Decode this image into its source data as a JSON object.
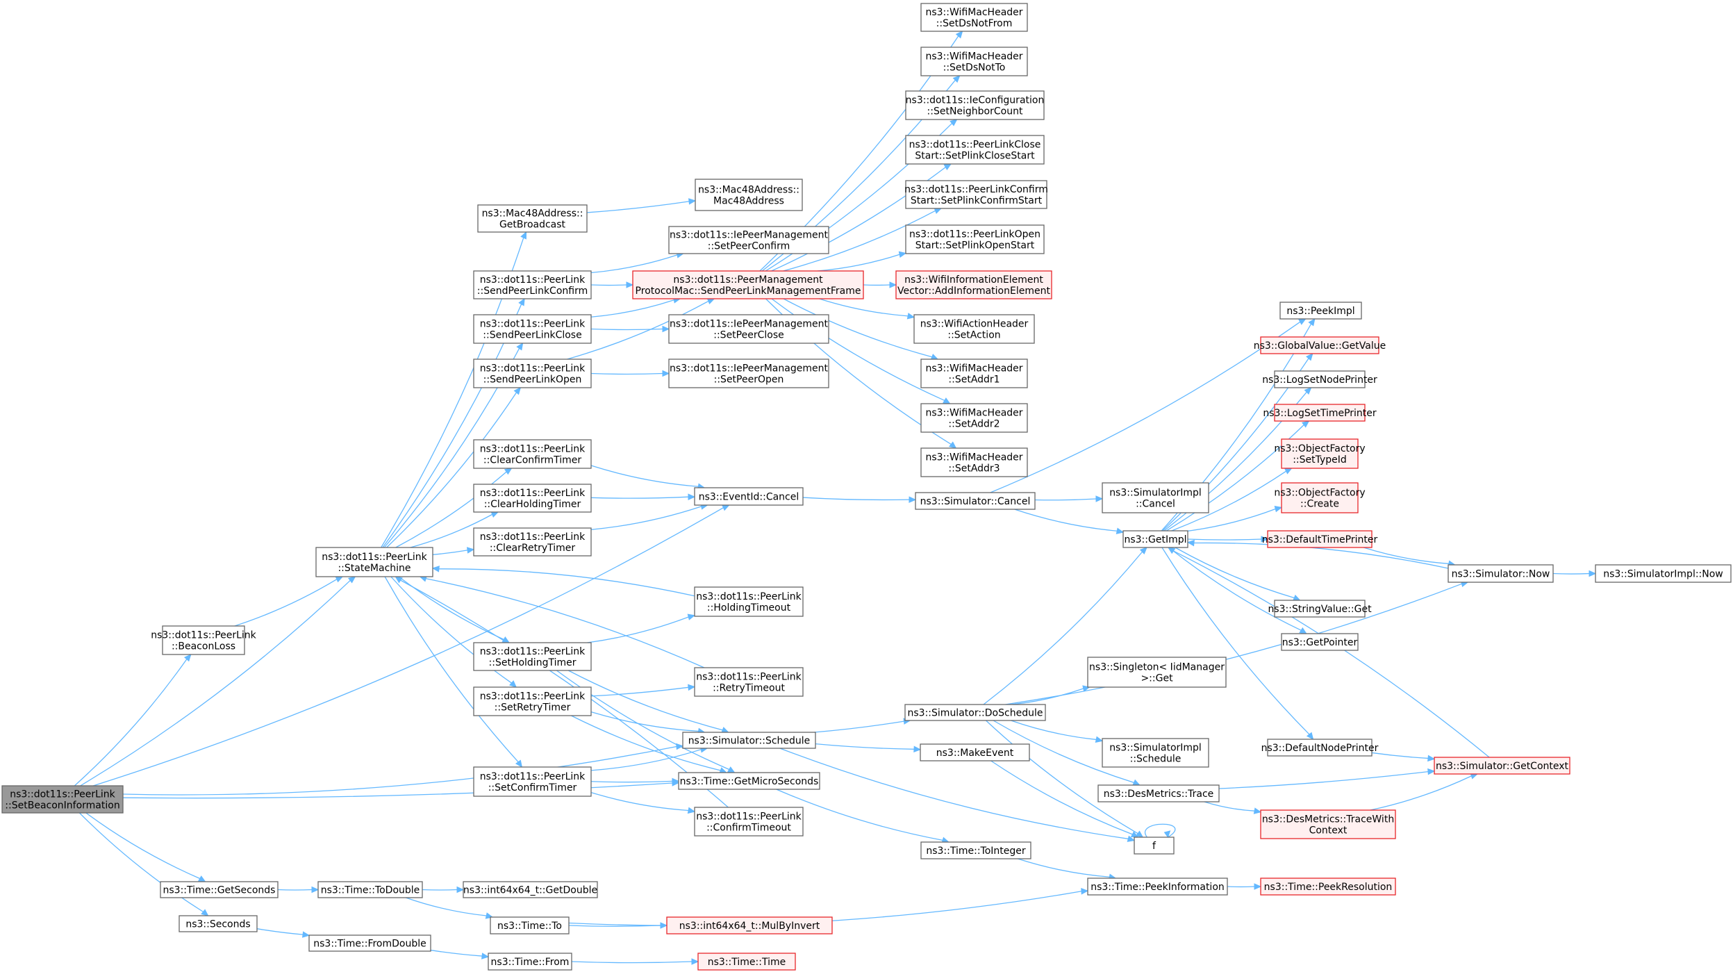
{
  "nodes": {
    "setbeacon": {
      "lines": [
        "ns3::dot11s::PeerLink",
        "::SetBeaconInformation"
      ],
      "style": "focus"
    },
    "beaconloss": {
      "lines": [
        "ns3::dot11s::PeerLink",
        "::BeaconLoss"
      ],
      "style": "normal"
    },
    "statemachine": {
      "lines": [
        "ns3::dot11s::PeerLink",
        "::StateMachine"
      ],
      "style": "normal"
    },
    "getseconds": {
      "lines": [
        "ns3::Time::GetSeconds"
      ],
      "style": "normal"
    },
    "seconds": {
      "lines": [
        "ns3::Seconds"
      ],
      "style": "normal"
    },
    "getbroadcast": {
      "lines": [
        "ns3::Mac48Address::",
        "GetBroadcast"
      ],
      "style": "normal"
    },
    "sendconfirm": {
      "lines": [
        "ns3::dot11s::PeerLink",
        "::SendPeerLinkConfirm"
      ],
      "style": "normal"
    },
    "sendclose": {
      "lines": [
        "ns3::dot11s::PeerLink",
        "::SendPeerLinkClose"
      ],
      "style": "normal"
    },
    "sendopen": {
      "lines": [
        "ns3::dot11s::PeerLink",
        "::SendPeerLinkOpen"
      ],
      "style": "normal"
    },
    "clearconfirm": {
      "lines": [
        "ns3::dot11s::PeerLink",
        "::ClearConfirmTimer"
      ],
      "style": "normal"
    },
    "clearholding": {
      "lines": [
        "ns3::dot11s::PeerLink",
        "::ClearHoldingTimer"
      ],
      "style": "normal"
    },
    "clearretry": {
      "lines": [
        "ns3::dot11s::PeerLink",
        "::ClearRetryTimer"
      ],
      "style": "normal"
    },
    "setholding": {
      "lines": [
        "ns3::dot11s::PeerLink",
        "::SetHoldingTimer"
      ],
      "style": "normal"
    },
    "setretry": {
      "lines": [
        "ns3::dot11s::PeerLink",
        "::SetRetryTimer"
      ],
      "style": "normal"
    },
    "setconfirm": {
      "lines": [
        "ns3::dot11s::PeerLink",
        "::SetConfirmTimer"
      ],
      "style": "normal"
    },
    "todouble": {
      "lines": [
        "ns3::Time::ToDouble"
      ],
      "style": "normal"
    },
    "fromdouble": {
      "lines": [
        "ns3::Time::FromDouble"
      ],
      "style": "normal"
    },
    "mac48": {
      "lines": [
        "ns3::Mac48Address::",
        "Mac48Address"
      ],
      "style": "normal"
    },
    "iepeerconfirm": {
      "lines": [
        "ns3::dot11s::IePeerManagement",
        "::SetPeerConfirm"
      ],
      "style": "normal"
    },
    "sendframe": {
      "lines": [
        "ns3::dot11s::PeerManagement",
        "ProtocolMac::SendPeerLinkManagementFrame"
      ],
      "style": "red"
    },
    "iepeerclose": {
      "lines": [
        "ns3::dot11s::IePeerManagement",
        "::SetPeerClose"
      ],
      "style": "normal"
    },
    "iepeeropen": {
      "lines": [
        "ns3::dot11s::IePeerManagement",
        "::SetPeerOpen"
      ],
      "style": "normal"
    },
    "eventcancel": {
      "lines": [
        "ns3::EventId::Cancel"
      ],
      "style": "normal"
    },
    "holdingtimeout": {
      "lines": [
        "ns3::dot11s::PeerLink",
        "::HoldingTimeout"
      ],
      "style": "normal"
    },
    "retrytimeout": {
      "lines": [
        "ns3::dot11s::PeerLink",
        "::RetryTimeout"
      ],
      "style": "normal"
    },
    "schedule": {
      "lines": [
        "ns3::Simulator::Schedule"
      ],
      "style": "normal"
    },
    "getmicro": {
      "lines": [
        "ns3::Time::GetMicroSeconds"
      ],
      "style": "normal"
    },
    "confirmtimeout": {
      "lines": [
        "ns3::dot11s::PeerLink",
        "::ConfirmTimeout"
      ],
      "style": "normal"
    },
    "getdouble": {
      "lines": [
        "ns3::int64x64_t::GetDouble"
      ],
      "style": "normal"
    },
    "timeto": {
      "lines": [
        "ns3::Time::To"
      ],
      "style": "normal"
    },
    "timefrom": {
      "lines": [
        "ns3::Time::From"
      ],
      "style": "normal"
    },
    "setdsnotfrom": {
      "lines": [
        "ns3::WifiMacHeader",
        "::SetDsNotFrom"
      ],
      "style": "normal"
    },
    "setdsnotto": {
      "lines": [
        "ns3::WifiMacHeader",
        "::SetDsNotTo"
      ],
      "style": "normal"
    },
    "setneighbor": {
      "lines": [
        "ns3::dot11s::IeConfiguration",
        "::SetNeighborCount"
      ],
      "style": "normal"
    },
    "plinkclose": {
      "lines": [
        "ns3::dot11s::PeerLinkClose",
        "Start::SetPlinkCloseStart"
      ],
      "style": "normal"
    },
    "plinkconfirm": {
      "lines": [
        "ns3::dot11s::PeerLinkConfirm",
        "Start::SetPlinkConfirmStart"
      ],
      "style": "normal"
    },
    "plinkopen": {
      "lines": [
        "ns3::dot11s::PeerLinkOpen",
        "Start::SetPlinkOpenStart"
      ],
      "style": "normal"
    },
    "addinfo": {
      "lines": [
        "ns3::WifiInformationElement",
        "Vector::AddInformationElement"
      ],
      "style": "red"
    },
    "setaction": {
      "lines": [
        "ns3::WifiActionHeader",
        "::SetAction"
      ],
      "style": "normal"
    },
    "setaddr1": {
      "lines": [
        "ns3::WifiMacHeader",
        "::SetAddr1"
      ],
      "style": "normal"
    },
    "setaddr2": {
      "lines": [
        "ns3::WifiMacHeader",
        "::SetAddr2"
      ],
      "style": "normal"
    },
    "setaddr3": {
      "lines": [
        "ns3::WifiMacHeader",
        "::SetAddr3"
      ],
      "style": "normal"
    },
    "simcancel": {
      "lines": [
        "ns3::Simulator::Cancel"
      ],
      "style": "normal"
    },
    "doschedule": {
      "lines": [
        "ns3::Simulator::DoSchedule"
      ],
      "style": "normal"
    },
    "makeevent": {
      "lines": [
        "ns3::MakeEvent"
      ],
      "style": "normal"
    },
    "tointeger": {
      "lines": [
        "ns3::Time::ToInteger"
      ],
      "style": "normal"
    },
    "mulbyinvert": {
      "lines": [
        "ns3::int64x64_t::MulByInvert"
      ],
      "style": "red"
    },
    "timetime": {
      "lines": [
        "ns3::Time::Time"
      ],
      "style": "red"
    },
    "implcancel": {
      "lines": [
        "ns3::SimulatorImpl",
        "::Cancel"
      ],
      "style": "normal"
    },
    "getimpl": {
      "lines": [
        "ns3::GetImpl"
      ],
      "style": "normal"
    },
    "singleton": {
      "lines": [
        "ns3::Singleton< IidManager",
        ">::Get"
      ],
      "style": "normal"
    },
    "implschedule": {
      "lines": [
        "ns3::SimulatorImpl",
        "::Schedule"
      ],
      "style": "normal"
    },
    "desmetrics": {
      "lines": [
        "ns3::DesMetrics::Trace"
      ],
      "style": "normal"
    },
    "f": {
      "lines": [
        "f"
      ],
      "style": "normal"
    },
    "peekinfo": {
      "lines": [
        "ns3::Time::PeekInformation"
      ],
      "style": "normal"
    },
    "tracewith": {
      "lines": [
        "ns3::DesMetrics::TraceWith",
        "Context"
      ],
      "style": "red"
    },
    "peekimpl": {
      "lines": [
        "ns3::PeekImpl"
      ],
      "style": "normal"
    },
    "getvalue": {
      "lines": [
        "ns3::GlobalValue::GetValue"
      ],
      "style": "red"
    },
    "lognode": {
      "lines": [
        "ns3::LogSetNodePrinter"
      ],
      "style": "normal"
    },
    "logtime": {
      "lines": [
        "ns3::LogSetTimePrinter"
      ],
      "style": "red"
    },
    "settypeid": {
      "lines": [
        "ns3::ObjectFactory",
        "::SetTypeId"
      ],
      "style": "red"
    },
    "create": {
      "lines": [
        "ns3::ObjectFactory",
        "::Create"
      ],
      "style": "red"
    },
    "deftime": {
      "lines": [
        "ns3::DefaultTimePrinter"
      ],
      "style": "red"
    },
    "stringget": {
      "lines": [
        "ns3::StringValue::Get"
      ],
      "style": "normal"
    },
    "getpointer": {
      "lines": [
        "ns3::GetPointer"
      ],
      "style": "normal"
    },
    "defnode": {
      "lines": [
        "ns3::DefaultNodePrinter"
      ],
      "style": "normal"
    },
    "getcontext": {
      "lines": [
        "ns3::Simulator::GetContext"
      ],
      "style": "red"
    },
    "peekres": {
      "lines": [
        "ns3::Time::PeekResolution"
      ],
      "style": "red"
    },
    "simnow": {
      "lines": [
        "ns3::Simulator::Now"
      ],
      "style": "normal"
    },
    "implnow": {
      "lines": [
        "ns3::SimulatorImpl::Now"
      ],
      "style": "normal"
    }
  },
  "edges": [
    [
      "setbeacon",
      "beaconloss"
    ],
    [
      "setbeacon",
      "statemachine"
    ],
    [
      "setbeacon",
      "eventcancel"
    ],
    [
      "setbeacon",
      "schedule"
    ],
    [
      "setbeacon",
      "getmicro"
    ],
    [
      "setbeacon",
      "getseconds"
    ],
    [
      "setbeacon",
      "seconds"
    ],
    [
      "beaconloss",
      "statemachine"
    ],
    [
      "statemachine",
      "getbroadcast"
    ],
    [
      "statemachine",
      "sendconfirm"
    ],
    [
      "statemachine",
      "sendclose"
    ],
    [
      "statemachine",
      "sendopen"
    ],
    [
      "statemachine",
      "clearconfirm"
    ],
    [
      "statemachine",
      "clearholding"
    ],
    [
      "statemachine",
      "clearretry"
    ],
    [
      "statemachine",
      "setholding"
    ],
    [
      "statemachine",
      "setretry"
    ],
    [
      "statemachine",
      "setconfirm"
    ],
    [
      "getbroadcast",
      "mac48"
    ],
    [
      "sendconfirm",
      "iepeerconfirm"
    ],
    [
      "sendconfirm",
      "sendframe"
    ],
    [
      "sendclose",
      "sendframe"
    ],
    [
      "sendclose",
      "iepeerclose"
    ],
    [
      "sendopen",
      "sendframe"
    ],
    [
      "sendopen",
      "iepeeropen"
    ],
    [
      "clearconfirm",
      "eventcancel"
    ],
    [
      "clearholding",
      "eventcancel"
    ],
    [
      "clearretry",
      "eventcancel"
    ],
    [
      "setholding",
      "holdingtimeout"
    ],
    [
      "setholding",
      "schedule"
    ],
    [
      "setholding",
      "getmicro"
    ],
    [
      "setretry",
      "retrytimeout"
    ],
    [
      "setretry",
      "schedule"
    ],
    [
      "setretry",
      "getmicro"
    ],
    [
      "setconfirm",
      "schedule"
    ],
    [
      "setconfirm",
      "getmicro"
    ],
    [
      "setconfirm",
      "confirmtimeout"
    ],
    [
      "holdingtimeout",
      "statemachine"
    ],
    [
      "retrytimeout",
      "statemachine"
    ],
    [
      "confirmtimeout",
      "statemachine"
    ],
    [
      "getseconds",
      "todouble"
    ],
    [
      "todouble",
      "getdouble"
    ],
    [
      "todouble",
      "timeto"
    ],
    [
      "seconds",
      "fromdouble"
    ],
    [
      "fromdouble",
      "timefrom"
    ],
    [
      "timeto",
      "mulbyinvert"
    ],
    [
      "timeto",
      "peekinfo"
    ],
    [
      "timefrom",
      "timetime"
    ],
    [
      "sendframe",
      "setdsnotfrom"
    ],
    [
      "sendframe",
      "setdsnotto"
    ],
    [
      "sendframe",
      "setneighbor"
    ],
    [
      "sendframe",
      "plinkclose"
    ],
    [
      "sendframe",
      "plinkconfirm"
    ],
    [
      "sendframe",
      "plinkopen"
    ],
    [
      "sendframe",
      "addinfo"
    ],
    [
      "sendframe",
      "setaction"
    ],
    [
      "sendframe",
      "setaddr1"
    ],
    [
      "sendframe",
      "setaddr2"
    ],
    [
      "sendframe",
      "setaddr3"
    ],
    [
      "eventcancel",
      "simcancel"
    ],
    [
      "schedule",
      "doschedule"
    ],
    [
      "schedule",
      "makeevent"
    ],
    [
      "schedule",
      "f"
    ],
    [
      "getmicro",
      "tointeger"
    ],
    [
      "simcancel",
      "peekimpl"
    ],
    [
      "simcancel",
      "implcancel"
    ],
    [
      "simcancel",
      "getimpl"
    ],
    [
      "doschedule",
      "getimpl"
    ],
    [
      "doschedule",
      "singleton"
    ],
    [
      "doschedule",
      "implschedule"
    ],
    [
      "doschedule",
      "desmetrics"
    ],
    [
      "doschedule",
      "simnow"
    ],
    [
      "doschedule",
      "f"
    ],
    [
      "makeevent",
      "f"
    ],
    [
      "tointeger",
      "peekinfo"
    ],
    [
      "peekinfo",
      "peekres"
    ],
    [
      "desmetrics",
      "tracewith"
    ],
    [
      "desmetrics",
      "getcontext"
    ],
    [
      "tracewith",
      "getcontext"
    ],
    [
      "f",
      "f"
    ],
    [
      "getimpl",
      "peekimpl"
    ],
    [
      "getimpl",
      "getvalue"
    ],
    [
      "getimpl",
      "lognode"
    ],
    [
      "getimpl",
      "logtime"
    ],
    [
      "getimpl",
      "settypeid"
    ],
    [
      "getimpl",
      "create"
    ],
    [
      "getimpl",
      "deftime"
    ],
    [
      "getimpl",
      "stringget"
    ],
    [
      "getimpl",
      "getpointer"
    ],
    [
      "getimpl",
      "defnode"
    ],
    [
      "deftime",
      "simnow"
    ],
    [
      "defnode",
      "getcontext"
    ],
    [
      "getcontext",
      "getimpl"
    ],
    [
      "simnow",
      "getimpl"
    ],
    [
      "simnow",
      "implnow"
    ]
  ]
}
